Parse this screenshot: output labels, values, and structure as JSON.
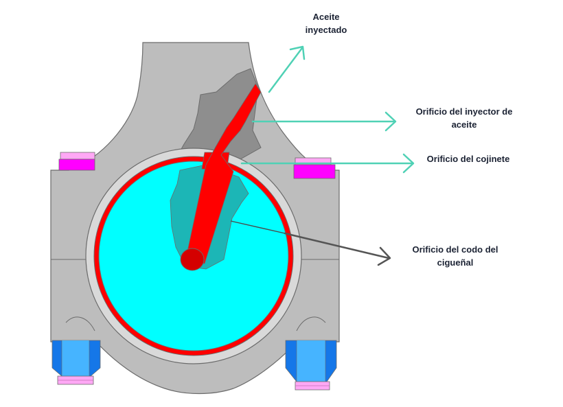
{
  "labels": {
    "aceite_line1": "Aceite",
    "aceite_line2": "inyectado",
    "inyector_line1": "Orificio del inyector de",
    "inyector_line2": "aceite",
    "cojinete": "Orificio del cojinete",
    "codo_line1": "Orificio del codo del",
    "codo_line2": "cigueñal"
  },
  "colors": {
    "body_gray": "#bdbdbd",
    "rod_dark_gray": "#8e8e8e",
    "bearing_light": "#d9d9d9",
    "journal_cyan": "#00ffff",
    "journal_dark_teal": "#1cb6b6",
    "oil_red": "#ff0000",
    "outline": "#6b6b6b",
    "washer_magenta": "#ff00ff",
    "washer_pink": "#ffa8f5",
    "nut_blue": "#1577e8",
    "nut_light_blue": "#46b4ff",
    "arrow_teal": "#4fd1b5",
    "arrow_dark_gray": "#555555",
    "label_text": "#1b2233"
  }
}
